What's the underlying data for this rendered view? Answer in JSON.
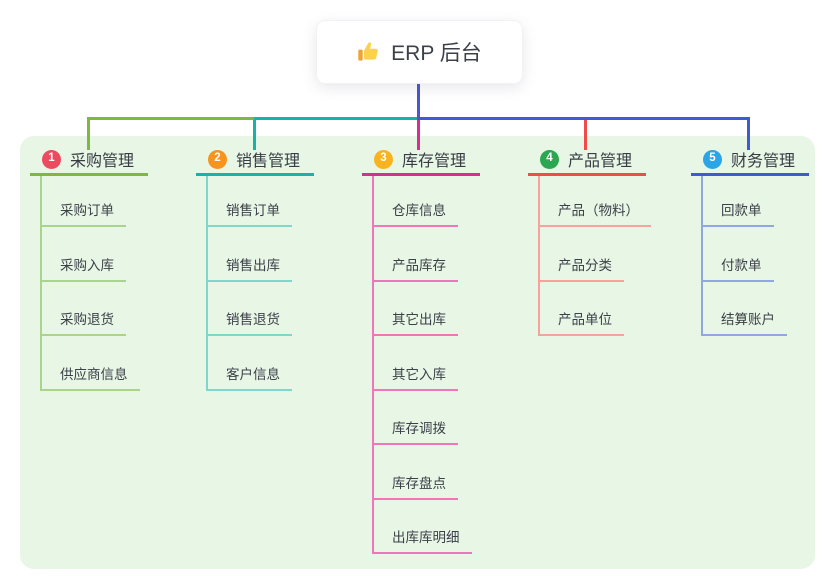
{
  "root": {
    "label": "ERP 后台",
    "icon": "thumbs-up-icon",
    "line_color": "#4a58cc"
  },
  "panel": {
    "background_color": "#e8f6e6"
  },
  "branches": [
    {
      "badge": "1",
      "label": "采购管理",
      "badge_color": "#ec4a5f",
      "line_color": "#7cb93e",
      "child_line_color": "#a9d489",
      "children": [
        "采购订单",
        "采购入库",
        "采购退货",
        "供应商信息"
      ]
    },
    {
      "badge": "2",
      "label": "销售管理",
      "badge_color": "#f7941e",
      "line_color": "#17b3a6",
      "child_line_color": "#7fd6ca",
      "children": [
        "销售订单",
        "销售出库",
        "销售退货",
        "客户信息"
      ]
    },
    {
      "badge": "3",
      "label": "库存管理",
      "badge_color": "#f8b31f",
      "line_color": "#d62f90",
      "child_line_color": "#ef76b8",
      "children": [
        "仓库信息",
        "产品库存",
        "其它出库",
        "其它入库",
        "库存调拨",
        "库存盘点",
        "出库库明细"
      ]
    },
    {
      "badge": "4",
      "label": "产品管理",
      "badge_color": "#2aa750",
      "line_color": "#ef4b4b",
      "child_line_color": "#f8a29b",
      "children": [
        "产品（物料）",
        "产品分类",
        "产品单位"
      ]
    },
    {
      "badge": "5",
      "label": "财务管理",
      "badge_color": "#2ba5e5",
      "line_color": "#3f5ad2",
      "child_line_color": "#92a6e2",
      "children": [
        "回款单",
        "付款单",
        "结算账户"
      ]
    }
  ]
}
